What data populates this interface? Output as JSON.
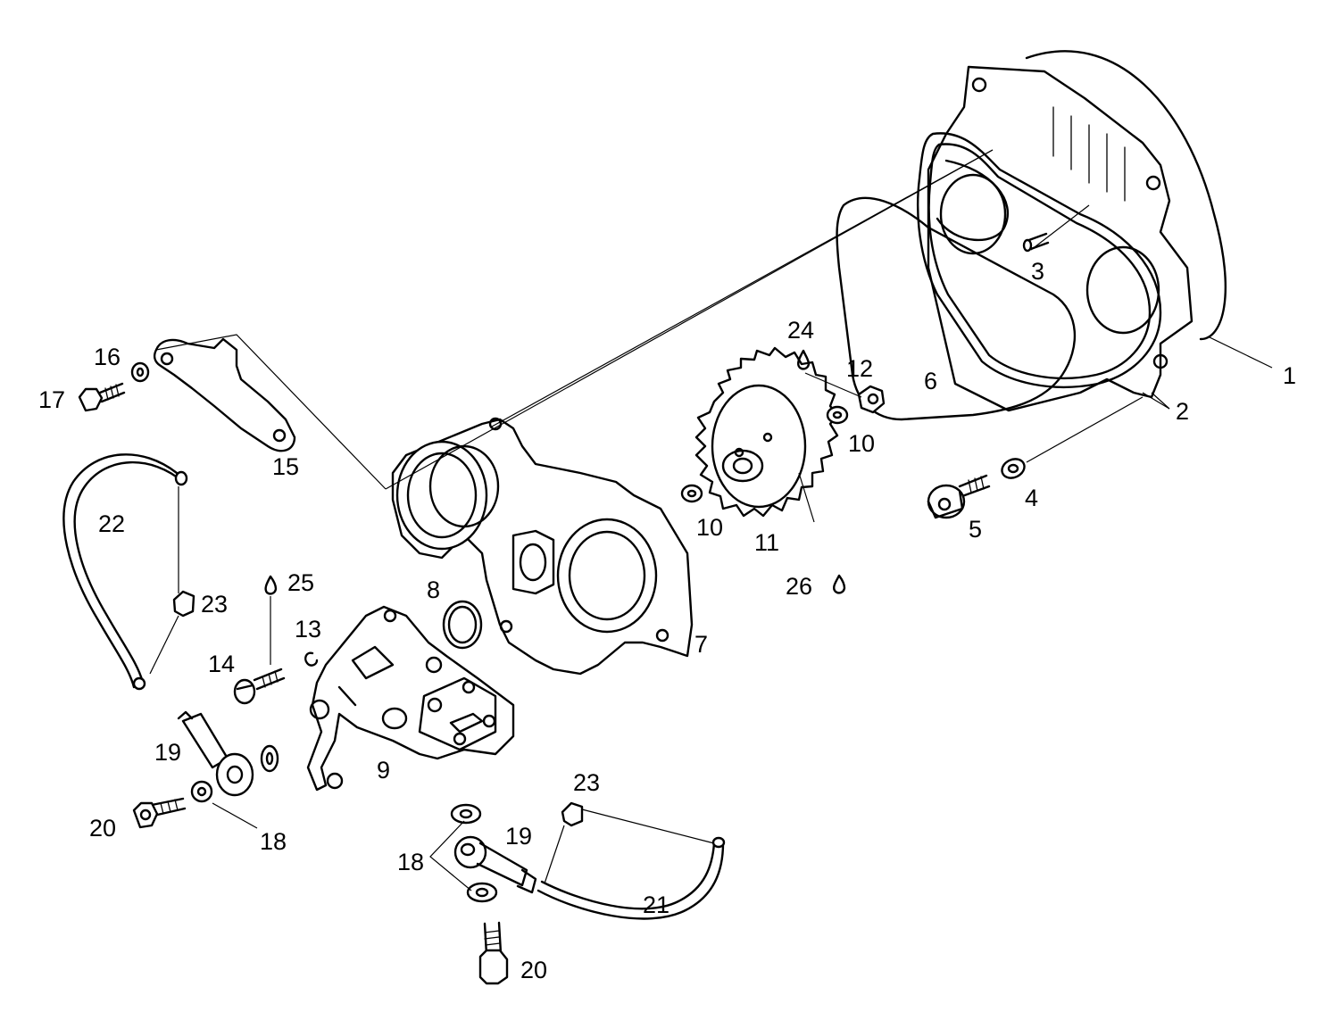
{
  "callouts": [
    {
      "id": "c1",
      "text": "1"
    },
    {
      "id": "c2",
      "text": "2"
    },
    {
      "id": "c3",
      "text": "3"
    },
    {
      "id": "c4",
      "text": "4"
    },
    {
      "id": "c5",
      "text": "5"
    },
    {
      "id": "c6",
      "text": "6"
    },
    {
      "id": "c7",
      "text": "7"
    },
    {
      "id": "c8",
      "text": "8"
    },
    {
      "id": "c9",
      "text": "9"
    },
    {
      "id": "c10a",
      "text": "10"
    },
    {
      "id": "c10b",
      "text": "10"
    },
    {
      "id": "c11",
      "text": "11"
    },
    {
      "id": "c12",
      "text": "12"
    },
    {
      "id": "c13",
      "text": "13"
    },
    {
      "id": "c14",
      "text": "14"
    },
    {
      "id": "c15",
      "text": "15"
    },
    {
      "id": "c16",
      "text": "16"
    },
    {
      "id": "c17",
      "text": "17"
    },
    {
      "id": "c18a",
      "text": "18"
    },
    {
      "id": "c18b",
      "text": "18"
    },
    {
      "id": "c19a",
      "text": "19"
    },
    {
      "id": "c19b",
      "text": "19"
    },
    {
      "id": "c20a",
      "text": "20"
    },
    {
      "id": "c20b",
      "text": "20"
    },
    {
      "id": "c21",
      "text": "21"
    },
    {
      "id": "c22",
      "text": "22"
    },
    {
      "id": "c23a",
      "text": "23"
    },
    {
      "id": "c23b",
      "text": "23"
    },
    {
      "id": "c24",
      "text": "24"
    },
    {
      "id": "c25",
      "text": "25"
    },
    {
      "id": "c26",
      "text": "26"
    }
  ]
}
